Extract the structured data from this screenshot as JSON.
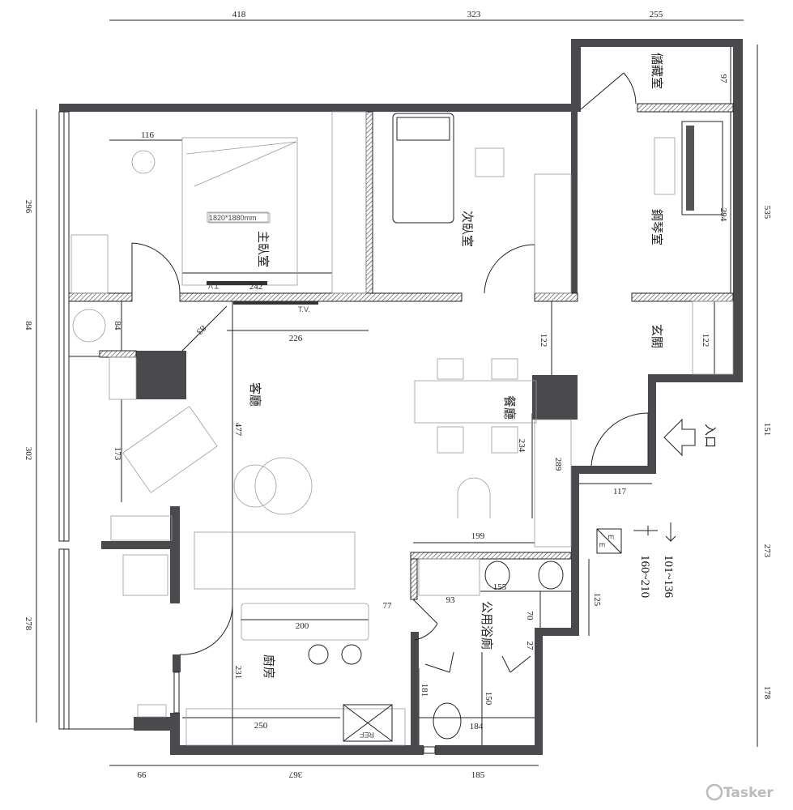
{
  "plan": {
    "rooms": {
      "master_bedroom": "主臥室",
      "second_bedroom": "次臥室",
      "storage": "儲藏室",
      "piano_room": "鋼琴室",
      "foyer": "玄關",
      "living_room": "客廳",
      "dining_room": "餐廳",
      "kitchen": "廚房",
      "bathroom": "公用浴廁",
      "entrance": "入口"
    },
    "furniture": {
      "bed_size": "1820*1880mm",
      "tv_1": "T.V.",
      "tv_2": "T.V.",
      "fridge": "REF",
      "elevator": "E",
      "elevator_2": "E",
      "range_1": "101~136",
      "range_2": "160~210"
    },
    "dimensions": {
      "top": [
        "418",
        "323",
        "255"
      ],
      "left": [
        "296",
        "84",
        "302",
        "278"
      ],
      "right": [
        "535",
        "151",
        "273",
        "178"
      ],
      "bottom": [
        "99",
        "367",
        "185"
      ],
      "interior": {
        "d116": "116",
        "d242": "242",
        "d226": "226",
        "d83": "83",
        "d84": "84",
        "d122a": "122",
        "d122b": "122",
        "d97": "97",
        "d294": "294",
        "d173": "173",
        "d477": "477",
        "d234": "234",
        "d289": "289",
        "d117": "117",
        "d199": "199",
        "d155": "155",
        "d93": "93",
        "d77": "77",
        "d70": "70",
        "d125": "125",
        "d27": "27",
        "d200": "200",
        "d231": "231",
        "d181": "181",
        "d150": "150",
        "d184": "184",
        "d250": "250"
      }
    },
    "watermark": "Tasker"
  }
}
